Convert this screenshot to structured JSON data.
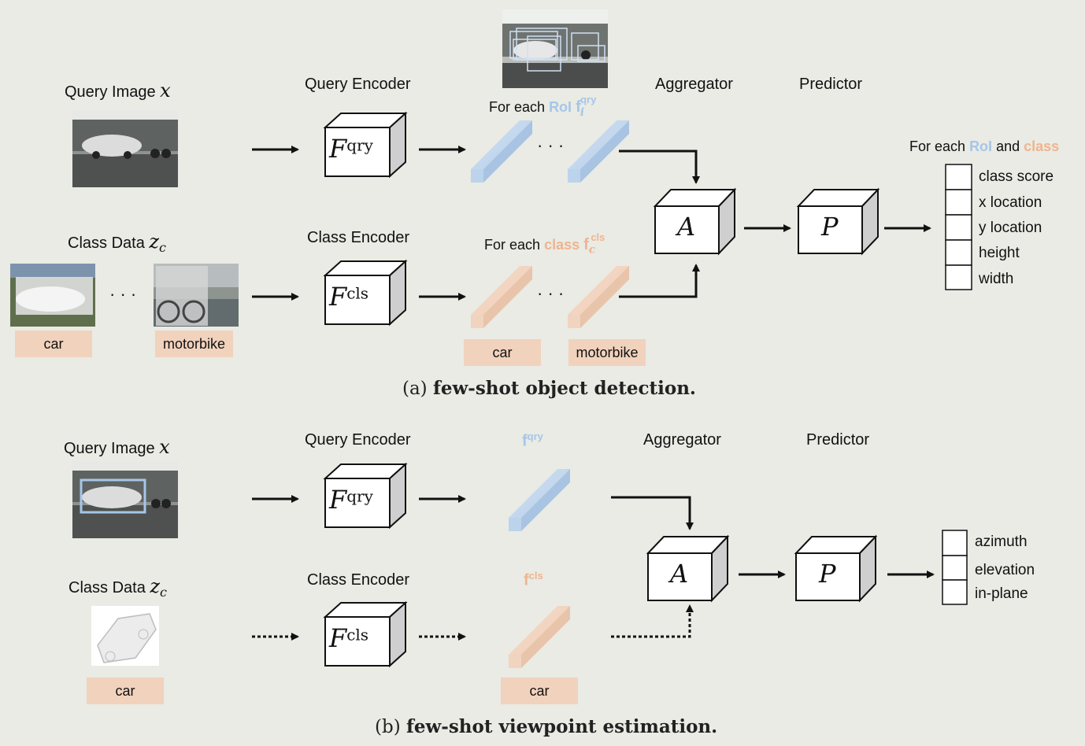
{
  "panel_a": {
    "query_image_label": "Query Image",
    "query_image_var": "x",
    "class_data_label": "Class Data",
    "class_data_var": "z",
    "class_data_sub": "c",
    "query_encoder": "Query Encoder",
    "class_encoder": "Class Encoder",
    "aggregator": "Aggregator",
    "predictor": "Predictor",
    "query_feature_prefix": "For each",
    "query_feature_roi": "RoI",
    "query_feature_sym": "f",
    "query_feature_sup": "qry",
    "query_feature_sub": "i",
    "class_feature_prefix": "For each",
    "class_feature_class": "class",
    "class_feature_sym": "f",
    "class_feature_sup": "cls",
    "class_feature_sub": "c",
    "enc_qry_sym": "F",
    "enc_qry_sup": "qry",
    "enc_cls_sym": "F",
    "enc_cls_sup": "cls",
    "agg_sym": "A",
    "pred_sym": "P",
    "dots": "· · ·",
    "class_tags": [
      "car",
      "motorbike"
    ],
    "feature_tags": [
      "car",
      "motorbike"
    ],
    "output_header_prefix": "For each",
    "output_header_roi": "RoI",
    "output_header_and": "and",
    "output_header_class": "class",
    "outputs": [
      "class score",
      "x location",
      "y location",
      "height",
      "width"
    ],
    "caption_prefix": "(a)",
    "caption_bold": "few-shot object detection."
  },
  "panel_b": {
    "query_image_label": "Query Image",
    "query_image_var": "x",
    "class_data_label": "Class Data",
    "class_data_var": "z",
    "class_data_sub": "c",
    "query_encoder": "Query Encoder",
    "class_encoder": "Class Encoder",
    "aggregator": "Aggregator",
    "predictor": "Predictor",
    "query_feature_sym": "f",
    "query_feature_sup": "qry",
    "class_feature_sym": "f",
    "class_feature_sup": "cls",
    "enc_qry_sym": "F",
    "enc_qry_sup": "qry",
    "enc_cls_sym": "F",
    "enc_cls_sup": "cls",
    "agg_sym": "A",
    "pred_sym": "P",
    "class_tag": "car",
    "feature_tag": "car",
    "outputs": [
      "azimuth",
      "elevation",
      "in-plane"
    ],
    "caption_prefix": "(b)",
    "caption_bold": "few-shot viewpoint estimation."
  },
  "colors": {
    "background": "#e9ebe4",
    "query_blue": "#a6c6e8",
    "class_orange": "#f0b48f",
    "tag_fill": "#f1d2bd"
  }
}
